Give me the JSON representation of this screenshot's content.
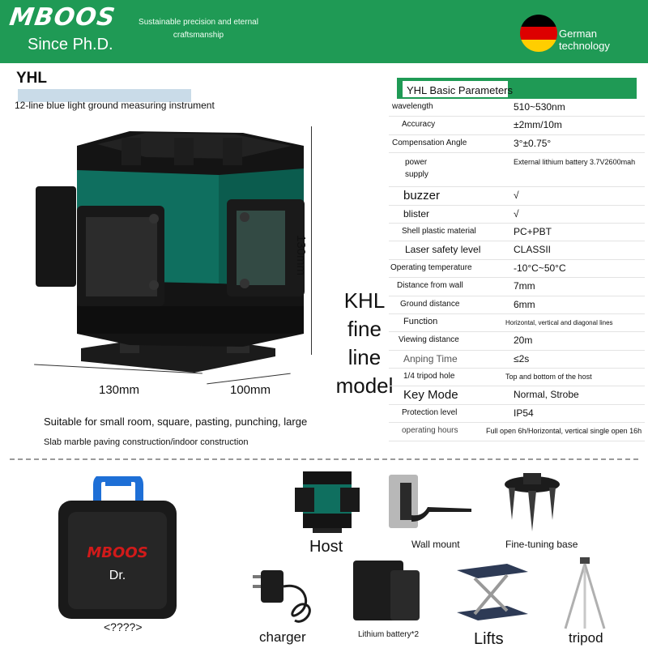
{
  "header": {
    "brand": "MBOOS",
    "since": "Since Ph.D.",
    "tagline": "Sustainable precision and eternal craftsmanship",
    "origin": "German technology",
    "flag_colors": [
      "#000000",
      "#dd0000",
      "#ffce00"
    ],
    "accent_color": "#1f9a55"
  },
  "product": {
    "code": "YHL",
    "subtitle": "12-line blue light ground measuring instrument",
    "dim_height": "130mm",
    "dim_width_1": "130mm",
    "dim_width_2": "100mm",
    "model_lines": [
      "KHL",
      "fine",
      "line",
      "model"
    ],
    "use_1": "Suitable for small room, square, pasting, punching, large",
    "use_2": "Slab marble paving construction/indoor construction"
  },
  "params": {
    "title": "YHL Basic Parameters",
    "rows": [
      {
        "label": "wavelength",
        "value": "510~530nm"
      },
      {
        "label": "Accuracy",
        "value": "±2mm/10m"
      },
      {
        "label": "Compensation Angle",
        "value": "3°±0.75°"
      },
      {
        "label": "power supply",
        "value": "External lithium battery 3.7V2600mah"
      },
      {
        "label": "buzzer",
        "value": "√"
      },
      {
        "label": "blister",
        "value": "√"
      },
      {
        "label": "Shell plastic material",
        "value": "PC+PBT"
      },
      {
        "label": "Laser safety level",
        "value": "CLASSII"
      },
      {
        "label": "Operating temperature",
        "value": "-10°C~50°C"
      },
      {
        "label": "Distance from wall",
        "value": "7mm"
      },
      {
        "label": "Ground distance",
        "value": "6mm"
      },
      {
        "label": "Function",
        "value": "Horizontal, vertical and diagonal lines"
      },
      {
        "label": "Viewing distance",
        "value": "20m"
      },
      {
        "label": "Anping Time",
        "value": "≤2s"
      },
      {
        "label": "1/4 tripod hole",
        "value": "Top and bottom of the host"
      },
      {
        "label": "Key Mode",
        "value": "Normal, Strobe"
      },
      {
        "label": "Protection level",
        "value": "IP54"
      },
      {
        "label": "operating hours",
        "value": "Full open 6h/Horizontal, vertical single open 16h"
      }
    ]
  },
  "accessories": {
    "case_brand": "MBOOS",
    "case_sub": "Dr.",
    "case_label": "<????>",
    "host": "Host",
    "wall_mount": "Wall mount",
    "base": "Fine-tuning base",
    "charger": "charger",
    "battery": "Lithium battery*2",
    "lifts": "Lifts",
    "tripod": "tripod"
  }
}
